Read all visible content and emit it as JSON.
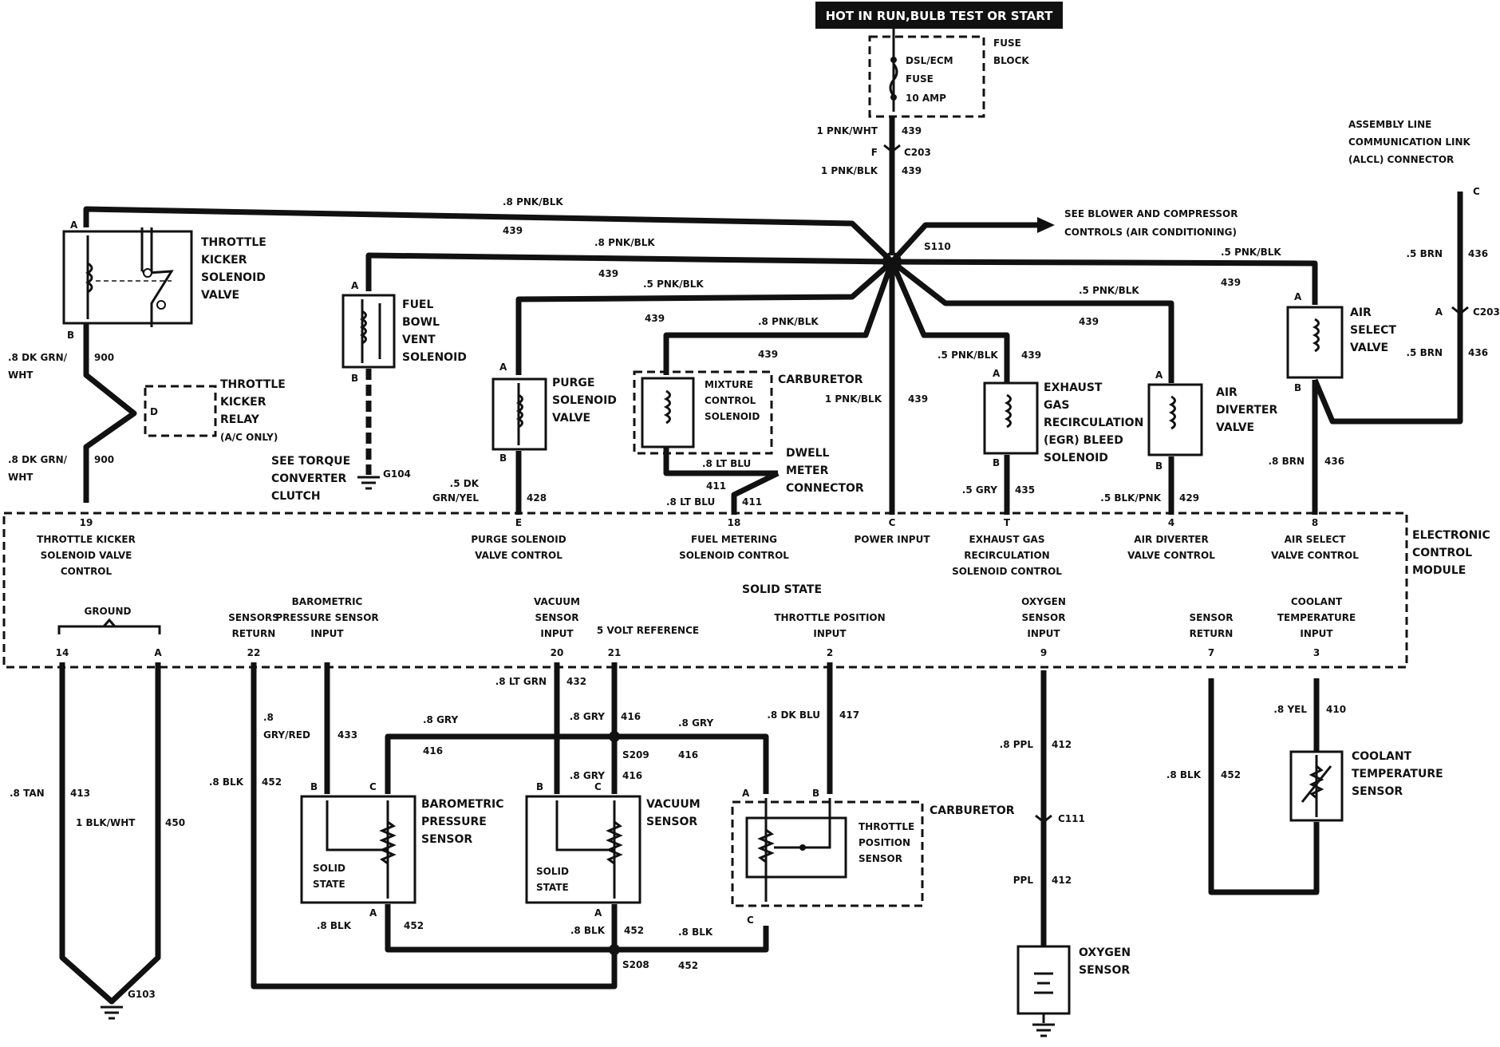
{
  "top_banner": "HOT IN RUN,BULB TEST OR START",
  "fuse": {
    "name1": "DSL/ECM",
    "name2": "FUSE",
    "rating": "10 AMP",
    "block1": "FUSE",
    "block2": "BLOCK"
  },
  "conn": {
    "c203": "C203",
    "f": "F",
    "pnkwht": "1 PNK/WHT",
    "n439": "439",
    "pnkblk1": "1 PNK/BLK",
    "s110": "S110",
    "c111": "C111",
    "s209": "S209",
    "s208": "S208"
  },
  "blower": {
    "l1": "SEE BLOWER AND COMPRESSOR",
    "l2": "CONTROLS (AIR CONDITIONING)"
  },
  "alcl": {
    "l1": "ASSEMBLY LINE",
    "l2": "COMMUNICATION LINK",
    "l3": "(ALCL) CONNECTOR",
    "c": "C",
    "a": "A",
    "c203": "C203",
    "brn1": ".5 BRN",
    "n436": "436",
    "brn2": ".5 BRN"
  },
  "wires": {
    "pnkblk8": ".8 PNK/BLK",
    "pnkblk5": ".5 PNK/BLK",
    "n439": "439",
    "dkgrn": ".8 DK GRN/",
    "wht": "WHT",
    "n900": "900",
    "dkgrnyel1": ".5 DK",
    "dkgrnyel2": "GRN/YEL",
    "n428": "428",
    "ltblu": ".8 LT BLU",
    "n411": "411",
    "pnkblk1": "1 PNK/BLK",
    "gry5": ".5 GRY",
    "n435": "435",
    "blkpnk": ".5 BLK/PNK",
    "n429": "429",
    "brn8": ".8 BRN",
    "n436": "436",
    "tan": ".8 TAN",
    "n413": "413",
    "blkwht": "1 BLK/WHT",
    "n450": "450",
    "blk8": ".8 BLK",
    "n452": "452",
    "p8": ".8",
    "gryred": "GRY/RED",
    "n433": "433",
    "ltgrn": ".8 LT GRN",
    "n432": "432",
    "gry8": ".8 GRY",
    "n416": "416",
    "dkblu": ".8 DK BLU",
    "n417": "417",
    "ppl8": ".8 PPL",
    "ppl": "PPL",
    "n412": "412",
    "yel": ".8 YEL",
    "n410": "410"
  },
  "comp": {
    "kicker": [
      "THROTTLE",
      "KICKER",
      "SOLENOID",
      "VALVE"
    ],
    "relay": [
      "THROTTLE",
      "KICKER",
      "RELAY",
      "(A/C ONLY)"
    ],
    "fbv": [
      "FUEL",
      "BOWL",
      "VENT",
      "SOLENOID"
    ],
    "purge": [
      "PURGE",
      "SOLENOID",
      "VALVE"
    ],
    "mcs": [
      "MIXTURE",
      "CONTROL",
      "SOLENOID"
    ],
    "carb": "CARBURETOR",
    "dwell": [
      "DWELL",
      "METER",
      "CONNECTOR"
    ],
    "egr": [
      "EXHAUST",
      "GAS",
      "RECIRCULATION",
      "(EGR) BLEED",
      "SOLENOID"
    ],
    "adv": [
      "AIR",
      "DIVERTER",
      "VALVE"
    ],
    "asv": [
      "AIR",
      "SELECT",
      "VALVE"
    ],
    "torque": [
      "SEE TORQUE",
      "CONVERTER",
      "CLUTCH"
    ],
    "g104": "G104",
    "g103": "G103",
    "baro": [
      "BAROMETRIC",
      "PRESSURE",
      "SENSOR"
    ],
    "vac": [
      "VACUUM",
      "SENSOR"
    ],
    "tps": [
      "THROTTLE",
      "POSITION",
      "SENSOR"
    ],
    "cts": [
      "COOLANT",
      "TEMPERATURE",
      "SENSOR"
    ],
    "o2": [
      "OXYGEN",
      "SENSOR"
    ],
    "solid": [
      "SOLID",
      "STATE"
    ]
  },
  "pins": {
    "A": "A",
    "B": "B",
    "C": "C",
    "D": "D"
  },
  "ecm": {
    "title": [
      "ELECTRONIC",
      "CONTROL",
      "MODULE"
    ],
    "solid": "SOLID STATE",
    "top": [
      {
        "pin": "19",
        "l": [
          "THROTTLE KICKER",
          "SOLENOID VALVE",
          "CONTROL"
        ]
      },
      {
        "pin": "E",
        "l": [
          "PURGE SOLENOID",
          "VALVE CONTROL"
        ]
      },
      {
        "pin": "18",
        "l": [
          "FUEL METERING",
          "SOLENOID CONTROL"
        ]
      },
      {
        "pin": "C",
        "l": [
          "POWER INPUT"
        ]
      },
      {
        "pin": "T",
        "l": [
          "EXHAUST GAS",
          "RECIRCULATION",
          "SOLENOID CONTROL"
        ]
      },
      {
        "pin": "4",
        "l": [
          "AIR DIVERTER",
          "VALVE CONTROL"
        ]
      },
      {
        "pin": "8",
        "l": [
          "AIR SELECT",
          "VALVE CONTROL"
        ]
      }
    ],
    "bottom": [
      {
        "pin": "14",
        "l": []
      },
      {
        "pin": "A",
        "l": []
      },
      {
        "pin": "22",
        "l": [
          "SENSORS",
          "RETURN"
        ]
      },
      {
        "pin": "",
        "l": [
          "BAROMETRIC",
          "PRESSURE SENSOR",
          "INPUT"
        ]
      },
      {
        "pin": "20",
        "l": [
          "VACUUM",
          "SENSOR",
          "INPUT"
        ]
      },
      {
        "pin": "21",
        "l": [
          "5 VOLT REFERENCE"
        ]
      },
      {
        "pin": "2",
        "l": [
          "THROTTLE POSITION",
          "INPUT"
        ]
      },
      {
        "pin": "9",
        "l": [
          "OXYGEN",
          "SENSOR",
          "INPUT"
        ]
      },
      {
        "pin": "7",
        "l": [
          "SENSOR",
          "RETURN"
        ]
      },
      {
        "pin": "3",
        "l": [
          "COOLANT",
          "TEMPERATURE",
          "INPUT"
        ]
      }
    ],
    "ground": "GROUND"
  }
}
